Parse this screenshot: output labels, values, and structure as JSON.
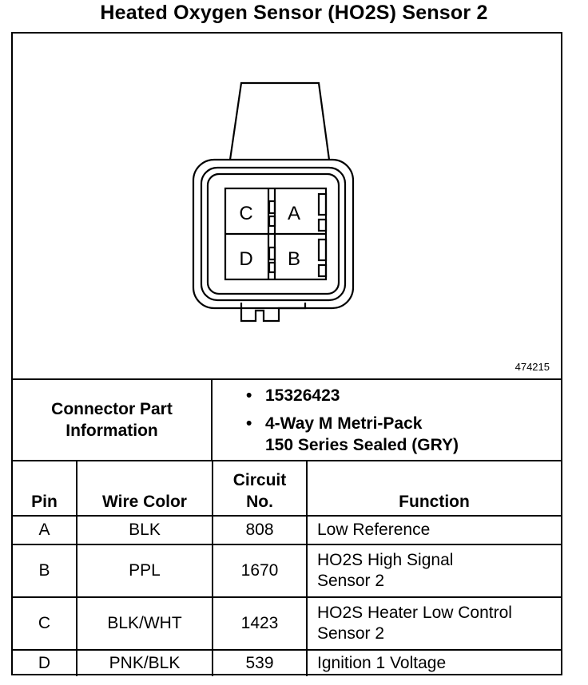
{
  "title": "Heated Oxygen Sensor (HO2S) Sensor 2",
  "figure_number": "474215",
  "connector": {
    "pin_letters": [
      "C",
      "A",
      "D",
      "B"
    ]
  },
  "part_info": {
    "label_line1": "Connector Part",
    "label_line2": "Information",
    "bullet_symbol": "•",
    "bullets": [
      {
        "line1": "15326423",
        "line2": ""
      },
      {
        "line1": "4-Way M Metri-Pack",
        "line2": "150 Series Sealed (GRY)"
      }
    ]
  },
  "table": {
    "headers": {
      "pin": "Pin",
      "wire_color": "Wire Color",
      "circuit_line1": "Circuit",
      "circuit_line2": "No.",
      "function": "Function"
    },
    "rows": [
      {
        "pin": "A",
        "wire_color": "BLK",
        "circuit": "808",
        "function_line1": "Low Reference",
        "function_line2": ""
      },
      {
        "pin": "B",
        "wire_color": "PPL",
        "circuit": "1670",
        "function_line1": "HO2S High Signal",
        "function_line2": "Sensor 2"
      },
      {
        "pin": "C",
        "wire_color": "BLK/WHT",
        "circuit": "1423",
        "function_line1": "HO2S Heater Low Control",
        "function_line2": "Sensor 2"
      },
      {
        "pin": "D",
        "wire_color": "PNK/BLK",
        "circuit": "539",
        "function_line1": "Ignition 1 Voltage",
        "function_line2": ""
      }
    ]
  }
}
